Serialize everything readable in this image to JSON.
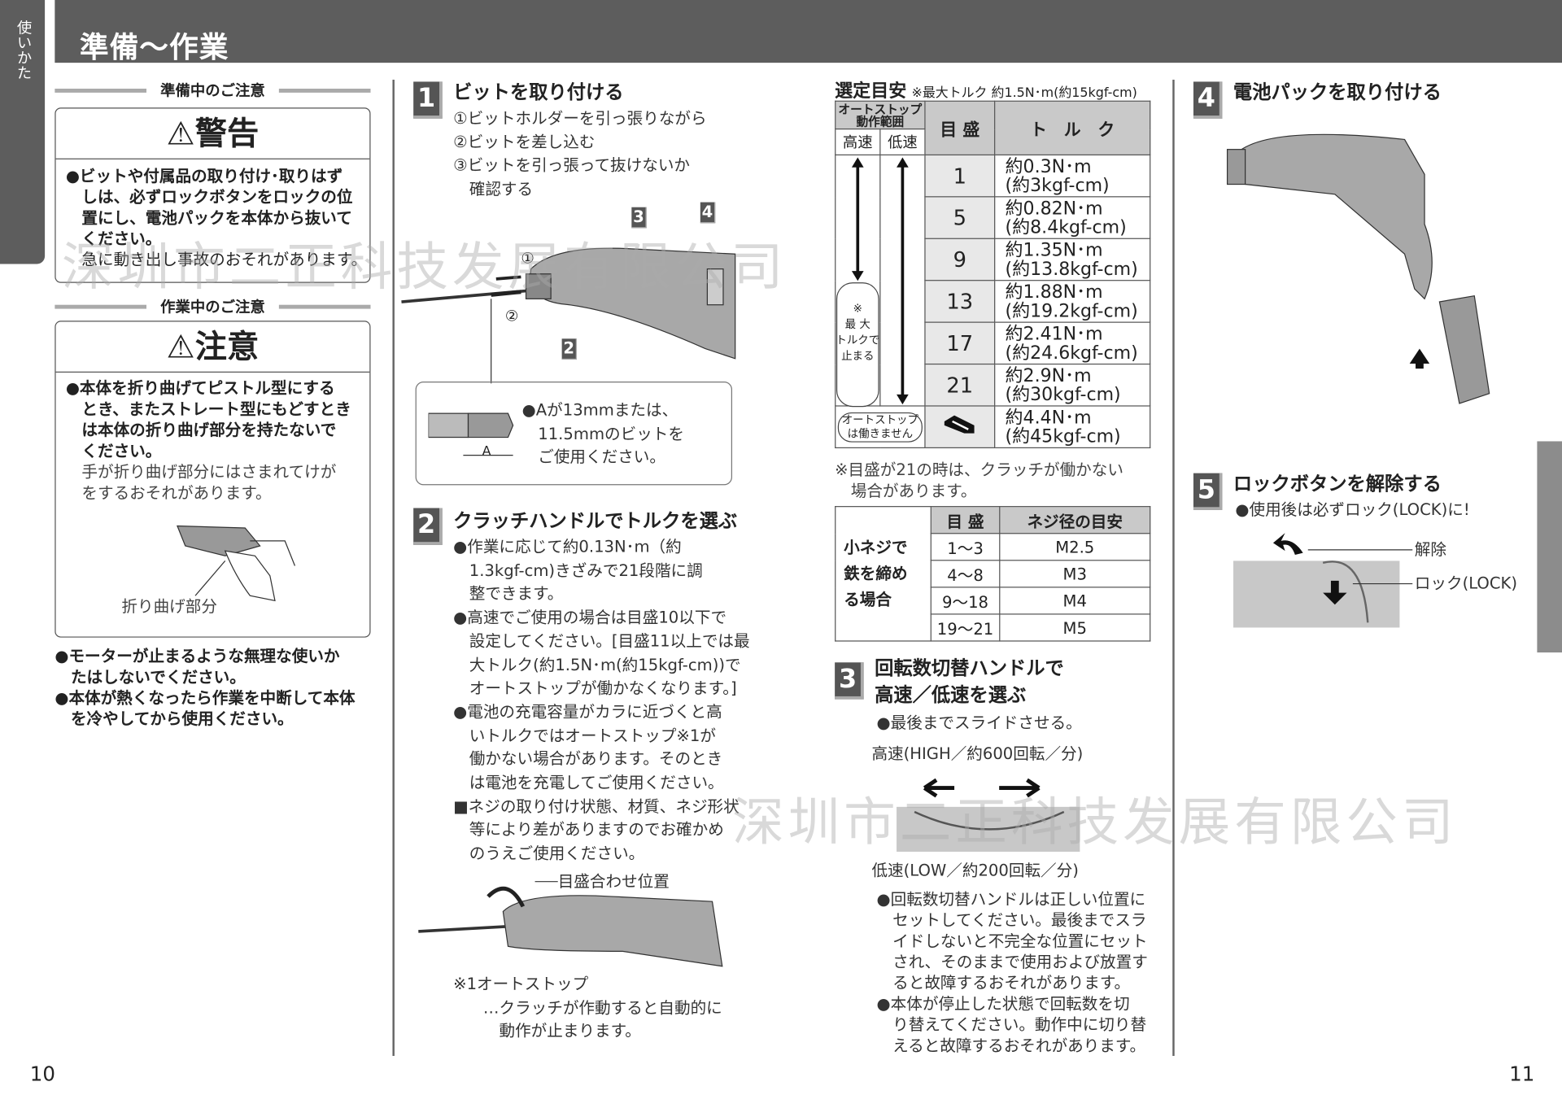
{
  "header": {
    "title": "準備～作業",
    "side_tab": "使いかた"
  },
  "page_numbers": {
    "left": "10",
    "right": "11"
  },
  "watermark": "深圳市二正科技发展有限公司",
  "left": {
    "prep_heading": "準備中のご注意",
    "warning_title": "警告",
    "warning_lines_bold": [
      "●ビットや付属品の取り付け･取りはず",
      "　しは、必ずロックボタンをロックの位",
      "　置にし、電池パックを本体から抜いて",
      "　ください。"
    ],
    "warning_line_normal": "　急に動き出し事故のおそれがあります。",
    "work_heading": "作業中のご注意",
    "caution_title": "注意",
    "caution_lines_bold": [
      "●本体を折り曲げてピストル型にする",
      "　とき、またストレート型にもどすとき",
      "　は本体の折り曲げ部分を持たないで",
      "　ください。"
    ],
    "caution_lines_normal": [
      "　手が折り曲げ部分にはさまれてけが",
      "　をするおそれがあります。"
    ],
    "fold_label": "折り曲げ部分",
    "bottom_lines": [
      "●モーターが止まるような無理な使いか",
      "　たはしないでください。",
      "●本体が熱くなったら作業を中断して本体",
      "　を冷やしてから使用ください。"
    ]
  },
  "step1": {
    "num": "1",
    "title": "ビットを取り付ける",
    "lines": [
      "①ビットホルダーを引っ張りながら",
      "②ビットを差し込む",
      "③ビットを引っ張って抜けないか",
      "　確認する"
    ],
    "callouts": [
      "①",
      "②",
      "2",
      "3",
      "4"
    ],
    "note_lines": [
      "●Aが13mmまたは、",
      "　11.5mmのビットを",
      "　ご使用ください。"
    ],
    "dim_label": "A"
  },
  "step2": {
    "num": "2",
    "title": "クラッチハンドルでトルクを選ぶ",
    "lines": [
      "●作業に応じて約0.13N･m（約",
      "　1.3kgf-cm)きざみで21段階に調",
      "　整できます。",
      "●高速でご使用の場合は目盛10以下で",
      "　設定してください。[目盛11以上では最",
      "　大トルク(約1.5N･m(約15kgf-cm))で",
      "　オートストップが働かなくなります。]",
      "●電池の充電容量がカラに近づくと高",
      "　いトルクではオートストップ※1が",
      "　働かない場合があります。そのとき",
      "　は電池を充電してご使用ください。",
      "■ネジの取り付け状態、材質、ネジ形状",
      "　等により差がありますのでお確かめ",
      "　のうえご使用ください。"
    ],
    "align_label": "目盛合わせ位置",
    "footnote": [
      "※1オートストップ",
      "…クラッチが作動すると自動的に",
      "　動作が止まります。"
    ]
  },
  "torque": {
    "title": "選定目安",
    "note": "※最大トルク 約1.5N･m(約15kgf-cm)",
    "head_autostop": "オートストップ動作範囲",
    "head_high": "高速",
    "head_low": "低速",
    "head_scale": "目 盛",
    "head_torque": "ト　ル　ク",
    "rows": [
      {
        "scale": "1",
        "nm": "約0.3N･m",
        "kgf": "(約3kgf-cm)"
      },
      {
        "scale": "5",
        "nm": "約0.82N･m",
        "kgf": "(約8.4kgf-cm)"
      },
      {
        "scale": "9",
        "nm": "約1.35N･m",
        "kgf": "(約13.8kgf-cm)"
      },
      {
        "scale": "13",
        "nm": "約1.88N･m",
        "kgf": "(約19.2kgf-cm)"
      },
      {
        "scale": "17",
        "nm": "約2.41N･m",
        "kgf": "(約24.6kgf-cm)"
      },
      {
        "scale": "21",
        "nm": "約2.9N･m",
        "kgf": "(約30kgf-cm)"
      },
      {
        "scale": "",
        "nm": "約4.4N･m",
        "kgf": "(約45kgf-cm)"
      }
    ],
    "max_stop_label": [
      "※",
      "最 大",
      "トルクで",
      "止まる"
    ],
    "no_autostop": [
      "オートストップ",
      "は働きません"
    ],
    "footnote": [
      "※目盛が21の時は、クラッチが働かない",
      "　場合があります。"
    ]
  },
  "screw": {
    "row_label": [
      "小ネジで",
      "鉄を締め",
      "る場合"
    ],
    "head_scale": "目 盛",
    "head_dia": "ネジ径の目安",
    "rows": [
      {
        "scale": "1～3",
        "dia": "M2.5"
      },
      {
        "scale": "4～8",
        "dia": "M3"
      },
      {
        "scale": "9～18",
        "dia": "M4"
      },
      {
        "scale": "19～21",
        "dia": "M5"
      }
    ]
  },
  "step3": {
    "num": "3",
    "title": [
      "回転数切替ハンドルで",
      "高速／低速を選ぶ"
    ],
    "slide": "●最後までスライドさせる。",
    "high": "高速(HIGH／約600回転／分)",
    "low": "低速(LOW／約200回転／分)",
    "lines": [
      "●回転数切替ハンドルは正しい位置に",
      "　セットしてください。最後までスラ",
      "　イドしないと不完全な位置にセット",
      "　され、そのままで使用および放置す",
      "　ると故障するおそれがあります。",
      "●本体が停止した状態で回転数を切",
      "　り替えてください。動作中に切り替",
      "　えると故障するおそれがあります。"
    ]
  },
  "step4": {
    "num": "4",
    "title": "電池パックを取り付ける"
  },
  "step5": {
    "num": "5",
    "title": "ロックボタンを解除する",
    "note": "●使用後は必ずロック(LOCK)に!",
    "release": "解除",
    "lock": "ロック(LOCK)"
  }
}
